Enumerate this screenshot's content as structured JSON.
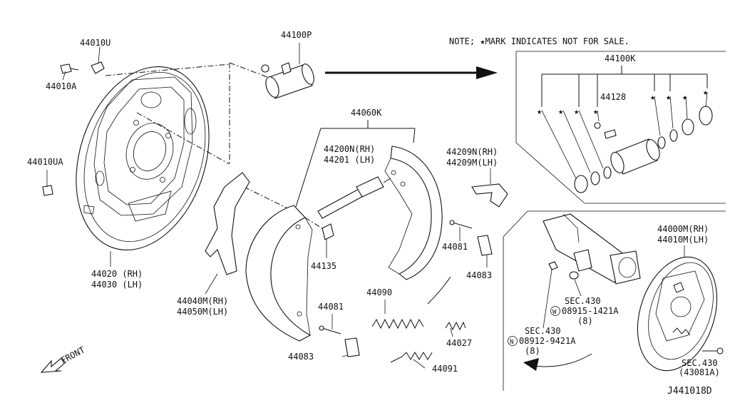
{
  "note": "NOTE; ★MARK INDICATES NOT FOR SALE.",
  "drawing_id": "J441018D",
  "front_label": "FRONT",
  "labels": {
    "p44010U": "44010U",
    "p44010A": "44010A",
    "p44010UA": "44010UA",
    "p44020": "44020 (RH)",
    "p44030": "44030 (LH)",
    "p44100P": "44100P",
    "p44060K": "44060K",
    "p44200N": "44200N(RH)",
    "p44201": "44201  (LH)",
    "p44209N": "44209N(RH)",
    "p44209M": "44209M(LH)",
    "p44040M": "44040M(RH)",
    "p44050M": "44050M(LH)",
    "p44135": "44135",
    "p44081a": "44081",
    "p44083a": "44083",
    "p44081b": "44081",
    "p44083b": "44083",
    "p44090": "44090",
    "p44027": "44027",
    "p44091": "44091",
    "p44100K": "44100K",
    "p44128": "44128",
    "p44000M": "44000M(RH)",
    "p44010M": "44010M(LH)",
    "sec430_a": "SEC.430",
    "w08915": "08915-1421A",
    "qty_a": "(8)",
    "sec430_b": "SEC.430",
    "n08912": "08912-9421A",
    "qty_b": "(8)",
    "sec430_c": "SEC.430",
    "p43081A": "(43081A)",
    "w_mark": "W",
    "n_mark": "N"
  }
}
